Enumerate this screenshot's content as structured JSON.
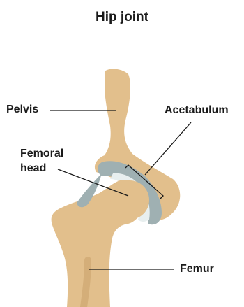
{
  "title": "Hip joint",
  "labels": {
    "pelvis": "Pelvis",
    "acetabulum": "Acetabulum",
    "femoral_head_line1": "Femoral",
    "femoral_head_line2": "head",
    "femur": "Femur"
  },
  "colors": {
    "bone": "#e2bf8c",
    "bone_shade": "#c9a06a",
    "cartilage_gray": "#9fb0b2",
    "cartilage_light": "#e8efef",
    "leader_line": "#1a1a1a"
  }
}
